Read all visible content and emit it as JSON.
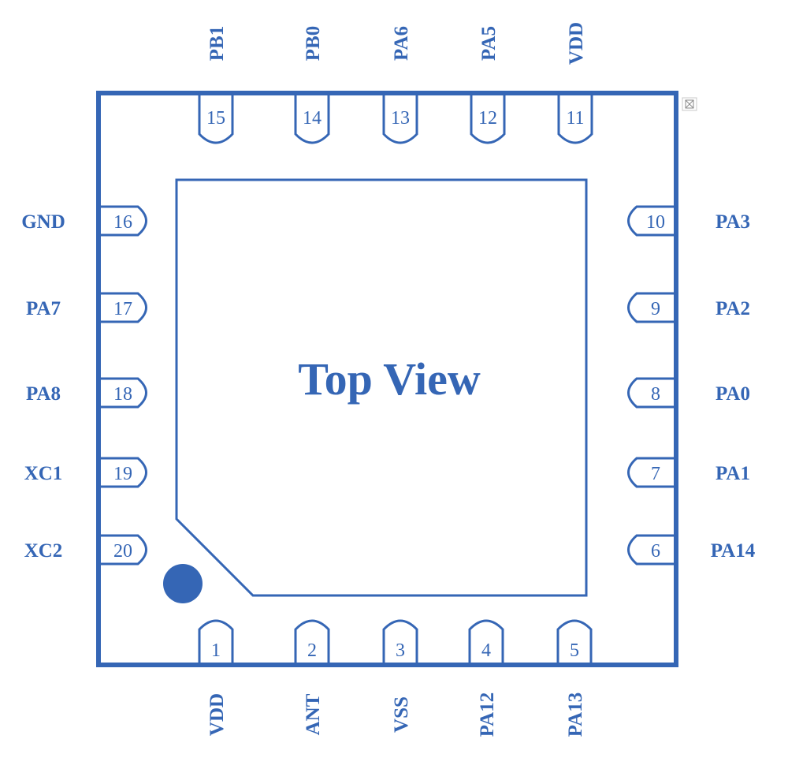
{
  "title": "Top View",
  "colors": {
    "stroke": "#3566b5",
    "pin1_dot": "#3566b5",
    "background": "#ffffff"
  },
  "pins": {
    "top": [
      {
        "number": "15",
        "name": "PB1"
      },
      {
        "number": "14",
        "name": "PB0"
      },
      {
        "number": "13",
        "name": "PA6"
      },
      {
        "number": "12",
        "name": "PA5"
      },
      {
        "number": "11",
        "name": "VDD"
      }
    ],
    "left": [
      {
        "number": "16",
        "name": "GND"
      },
      {
        "number": "17",
        "name": "PA7"
      },
      {
        "number": "18",
        "name": "PA8"
      },
      {
        "number": "19",
        "name": "XC1"
      },
      {
        "number": "20",
        "name": "XC2"
      }
    ],
    "right": [
      {
        "number": "10",
        "name": "PA3"
      },
      {
        "number": "9",
        "name": "PA2"
      },
      {
        "number": "8",
        "name": "PA0"
      },
      {
        "number": "7",
        "name": "PA1"
      },
      {
        "number": "6",
        "name": "PA14"
      }
    ],
    "bottom": [
      {
        "number": "1",
        "name": "VDD"
      },
      {
        "number": "2",
        "name": "ANT"
      },
      {
        "number": "3",
        "name": "VSS"
      },
      {
        "number": "4",
        "name": "PA12"
      },
      {
        "number": "5",
        "name": "PA13"
      }
    ]
  }
}
